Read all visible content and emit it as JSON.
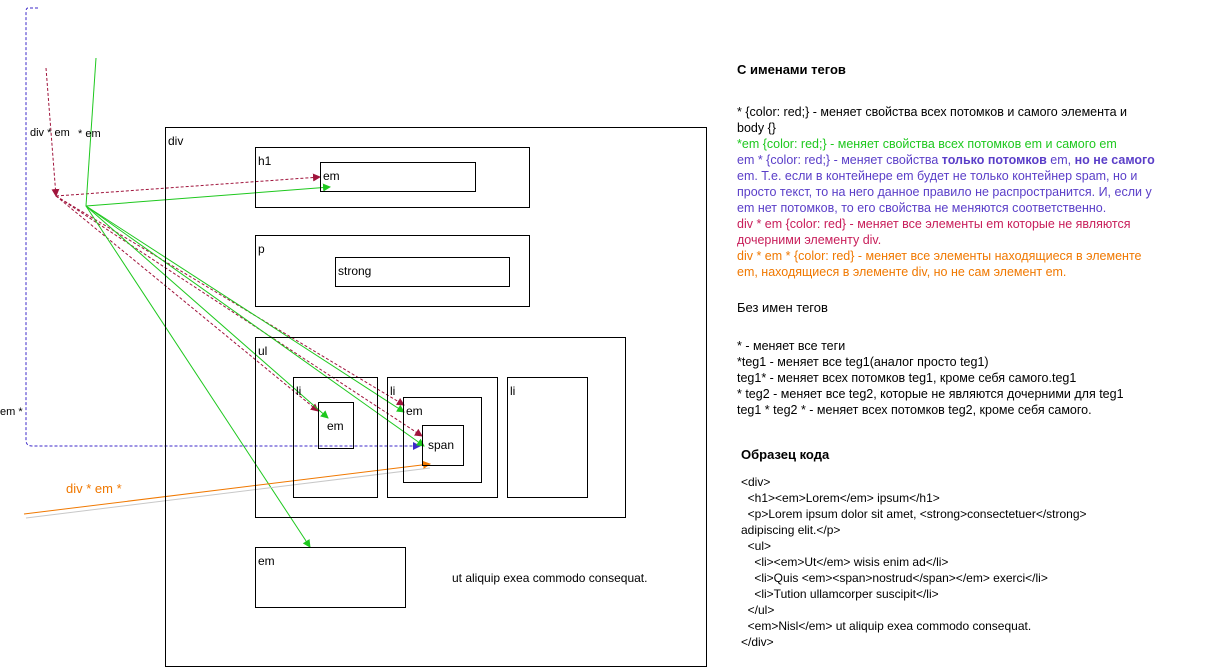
{
  "diagram": {
    "boxes": {
      "div": "div",
      "h1": "h1",
      "h1_em": "em",
      "p": "p",
      "p_strong": "strong",
      "ul": "ul",
      "li1": "li",
      "li1_em": "em",
      "li2": "li",
      "li2_em": "em",
      "li2_span": "span",
      "li3": "li",
      "bottom_em": "em"
    },
    "bottom_text": "ut aliquip exea commodo consequat.",
    "arrow_labels": {
      "div_em": "div * em",
      "star_em": "* em",
      "em_star": "em *",
      "div_em_star": "div * em *"
    },
    "colors": {
      "green": "#1ec81e",
      "crimson": "#a0143c",
      "purple": "#3c28c8",
      "orange": "#f07800"
    }
  },
  "panel": {
    "with_tags_heading": "С именами тегов",
    "rule1": "* {color: red;} - меняет свойства всех потомков и самого элемента  и",
    "rule1b": "body {}",
    "rule2": "*em {color: red;} - меняет свойства всех потомков em и самого em",
    "rule3_a": "em * {color: red;} - меняет свойства ",
    "rule3_b": "только потомков",
    "rule3_c": " em, ",
    "rule3_d": "но не самого",
    "rule3_line2": "em. Т.е. если в контейнере em будет не только контейнер spam, но и",
    "rule3_line3": "просто текст, то на него данное правило не распространится. И, если у",
    "rule3_line4": "em нет потомков, то его свойства не меняются соответственно.",
    "rule4_line1": "div * em {color: red} - меняет все элементы em которые не являются",
    "rule4_line2": "дочерними элементу div.",
    "rule5_line1": "div * em * {color: red} - меняет все элементы находящиеся в элементе",
    "rule5_line2": "em, находящиеся в элементе div, но не сам элемент em.",
    "without_tags_heading": "Без имен тегов",
    "nt1": "* - меняет все теги",
    "nt2": "*teg1 - меняет все teg1(аналог просто teg1)",
    "nt3": "teg1* - меняет всех потомков teg1, кроме себя самого.teg1",
    "nt4": "* teg2 - меняет все teg2, которые не являются дочерними для teg1",
    "nt5": "teg1 * teg2 * - меняет всех потомков teg2, кроме себя самого.",
    "sample_heading": "Образец кода",
    "code": [
      "<div>",
      "  <h1><em>Lorem</em> ipsum</h1>",
      "  <p>Lorem ipsum dolor sit amet, <strong>consectetuer</strong>",
      "adipiscing elit.</p>",
      "  <ul>",
      "    <li><em>Ut</em> wisis enim ad</li>",
      "    <li>Quis <em><span>nostrud</span></em> exerci</li>",
      "    <li>Tution ullamcorper suscipit</li>",
      "  </ul>",
      "  <em>Nisl</em> ut aliquip exea commodo consequat.",
      "</div>"
    ]
  }
}
